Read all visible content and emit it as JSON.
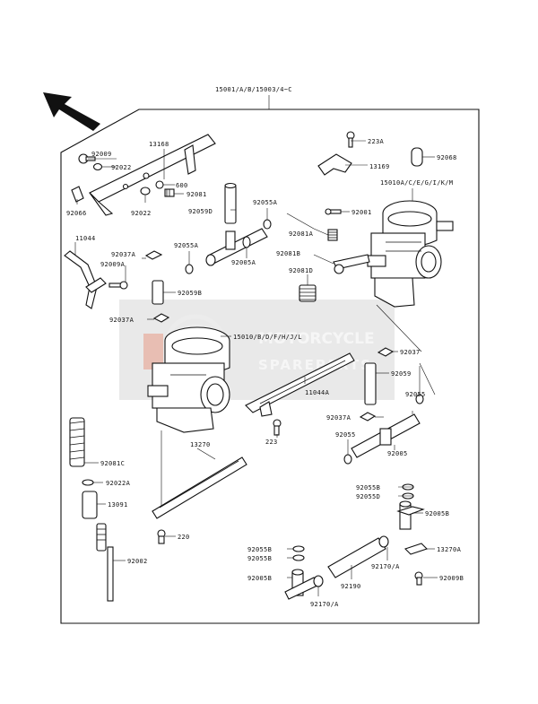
{
  "colors": {
    "ink": "#111111",
    "watermark": "#bdbdbd",
    "watermark_accent": "#e07a5f"
  },
  "assembly_label": "15001/A/B/15003/4~C",
  "watermark": {
    "line1": "MOTORCYCLE",
    "line2": "SPAREPARTS"
  },
  "labels": {
    "p13168": "13168",
    "p92009": "92009",
    "p92022a": "92022",
    "p600": "600",
    "p92081": "92081",
    "p92066": "92066",
    "p92022b": "92022",
    "p92059d": "92059D",
    "p92055a_top": "92055A",
    "p223a": "223A",
    "p13169": "13169",
    "p92068": "92068",
    "p15010a": "15010A/C/E/G/I/K/M",
    "p92001": "92001",
    "p92081a": "92081A",
    "p92081b": "92081B",
    "p92081d": "92081D",
    "p11044": "11044",
    "p92037a_top": "92037A",
    "p92009a": "92009A",
    "p92055a_mid": "92055A",
    "p92005a": "92005A",
    "p92059b": "92059B",
    "p92037a_mid": "92037A",
    "p15010b": "15010/B/D/F/H/J/L",
    "p92037": "92037",
    "p92059": "92059",
    "p11044a": "11044A",
    "p92055": "92055",
    "p92037a_low": "92037A",
    "p223": "223",
    "p92055_low": "92055",
    "p92005": "92005",
    "p13270": "13270",
    "p92081c": "92081C",
    "p92022a_low": "92022A",
    "p13091": "13091",
    "p220": "220",
    "p92002": "92002",
    "p92055b_r1": "92055B",
    "p92055d": "92055D",
    "p92005b": "92005B",
    "p92055b_l1": "92055B",
    "p92055b_l2": "92055B",
    "p92005b_l": "92005B",
    "p13270a": "13270A",
    "p92170a_r": "92170/A",
    "p92009b": "92009B",
    "p92190": "92190",
    "p92170a_l": "92170/A"
  }
}
